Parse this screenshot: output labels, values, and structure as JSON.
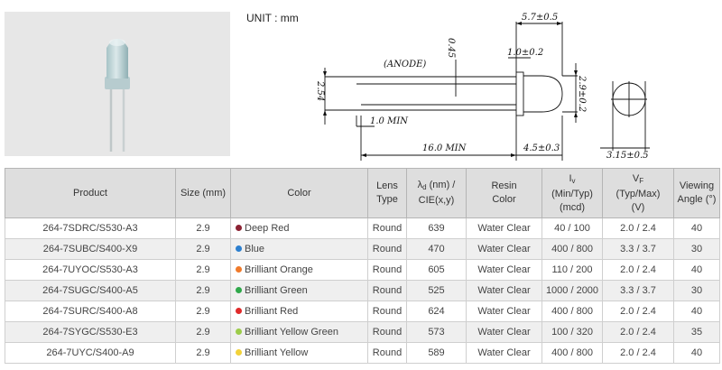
{
  "unit_label": "UNIT : mm",
  "drawing": {
    "anode_label": "(ANODE)",
    "dim_total_length": "5.7±0.5",
    "dim_lead_spacing": "0.45",
    "dim_flange": "1.0±0.2",
    "dim_pitch": "2.54",
    "dim_body_diameter": "2.9±0.2",
    "dim_lead_min": "1.0 MIN",
    "dim_leads_min": "16.0 MIN",
    "dim_body_length": "4.5±0.3",
    "dim_flange_diameter": "3.15±0.5"
  },
  "table": {
    "headers": {
      "product": "Product",
      "size": "Size (mm)",
      "color": "Color",
      "lens_l1": "Lens",
      "lens_l2": "Type",
      "lambda_sym": "λ",
      "lambda_sub": "d",
      "lambda_l1": "(nm) /",
      "lambda_l2": "CIE(x,y)",
      "resin_l1": "Resin",
      "resin_l2": "Color",
      "iv_sym": "I",
      "iv_sub": "v",
      "iv_l2": "(Min/Typ)",
      "iv_l3": "(mcd)",
      "vf_sym": "V",
      "vf_sub": "F",
      "vf_l2": "(Typ/Max)",
      "vf_l3": "(V)",
      "angle_l1": "Viewing",
      "angle_l2": "Angle (°)"
    },
    "rows": [
      {
        "product": "264-7SDRC/S530-A3",
        "size": "2.9",
        "color": "Deep Red",
        "dot": "#8b2233",
        "lens": "Round",
        "lambda": "639",
        "resin": "Water Clear",
        "iv": "40 / 100",
        "vf": "2.0 / 2.4",
        "angle": "40"
      },
      {
        "product": "264-7SUBC/S400-X9",
        "size": "2.9",
        "color": "Blue",
        "dot": "#2c7fcf",
        "lens": "Round",
        "lambda": "470",
        "resin": "Water Clear",
        "iv": "400 / 800",
        "vf": "3.3 / 3.7",
        "angle": "30"
      },
      {
        "product": "264-7UYOC/S530-A3",
        "size": "2.9",
        "color": "Brilliant Orange",
        "dot": "#f07a2a",
        "lens": "Round",
        "lambda": "605",
        "resin": "Water Clear",
        "iv": "110 / 200",
        "vf": "2.0 / 2.4",
        "angle": "40"
      },
      {
        "product": "264-7SUGC/S400-A5",
        "size": "2.9",
        "color": "Brilliant Green",
        "dot": "#2fa84a",
        "lens": "Round",
        "lambda": "525",
        "resin": "Water Clear",
        "iv": "1000 / 2000",
        "vf": "3.3 / 3.7",
        "angle": "30"
      },
      {
        "product": "264-7SURC/S400-A8",
        "size": "2.9",
        "color": "Brilliant Red",
        "dot": "#e02a2a",
        "lens": "Round",
        "lambda": "624",
        "resin": "Water Clear",
        "iv": "400 / 800",
        "vf": "2.0 / 2.4",
        "angle": "40"
      },
      {
        "product": "264-7SYGC/S530-E3",
        "size": "2.9",
        "color": "Brilliant Yellow Green",
        "dot": "#9ccc4a",
        "lens": "Round",
        "lambda": "573",
        "resin": "Water Clear",
        "iv": "100 / 320",
        "vf": "2.0 / 2.4",
        "angle": "35"
      },
      {
        "product": "264-7UYC/S400-A9",
        "size": "2.9",
        "color": "Brilliant Yellow",
        "dot": "#f2d23a",
        "lens": "Round",
        "lambda": "589",
        "resin": "Water Clear",
        "iv": "400 / 800",
        "vf": "2.0 / 2.4",
        "angle": "40"
      }
    ]
  }
}
